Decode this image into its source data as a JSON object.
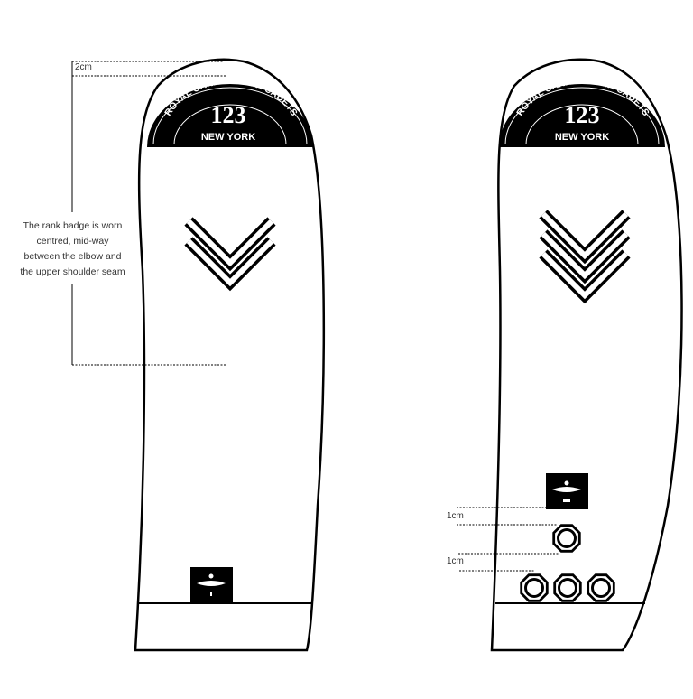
{
  "patch": {
    "arc_text": "ROYAL CANADIAN AIR CADETS",
    "number": "123",
    "city": "NEW YORK"
  },
  "left_sleeve": {
    "top_distance_label": "2cm",
    "note_lines": [
      "The rank badge is worn",
      "centred, mid-way",
      "between the elbow and",
      "the upper shoulder seam"
    ],
    "rank_chevrons": 2
  },
  "right_sleeve": {
    "rank_chevrons": 3,
    "spacing_label_1": "1cm",
    "spacing_label_2": "1cm"
  },
  "colors": {
    "ink": "#000000",
    "background": "#ffffff"
  }
}
